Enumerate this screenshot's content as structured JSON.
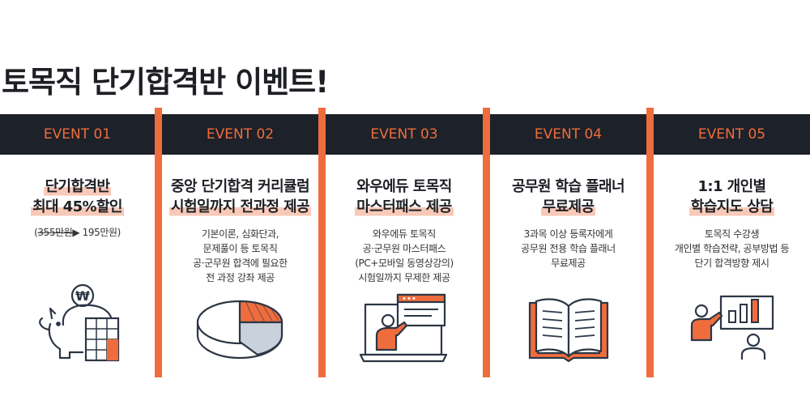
{
  "headline": "토목직 단기합격반 이벤트!",
  "events": [
    {
      "label": "EVENT 01",
      "title": [
        "단기합격반",
        "최대 45%할인"
      ],
      "price": {
        "prefix": "(",
        "old": "355만원",
        "arrow": "▶ 195만원)"
      },
      "icon": "piggy-bank-calculator-icon"
    },
    {
      "label": "EVENT 02",
      "title": [
        "중앙 단기합격 커리큘럼",
        "시험일까지 전과정 제공"
      ],
      "desc": [
        "기본이론, 심화단과,",
        "문제풀이 등 토목직",
        "공·군무원 합격에 필요한",
        "전 과정 강좌 제공"
      ],
      "icon": "pie-chart-icon"
    },
    {
      "label": "EVENT 03",
      "title": [
        "와우에듀 토목직",
        "마스터패스 제공"
      ],
      "desc": [
        "와우에듀 토목직",
        "공·군무원 마스터패스",
        "(PC+모바일 동영상강의)",
        "시험일까지 무제한 제공"
      ],
      "icon": "online-lecture-icon"
    },
    {
      "label": "EVENT 04",
      "title": [
        "공무원 학습 플래너",
        "무료제공"
      ],
      "desc": [
        "3과목 이상 등록자에게",
        "공무원 전용 학습 플래너",
        "무료제공"
      ],
      "icon": "open-book-icon"
    },
    {
      "label": "EVENT 05",
      "title": [
        "1:1 개인별",
        "학습지도 상담"
      ],
      "desc": [
        "토목직 수강생",
        "개인별 학습전략, 공부방법 등",
        "단기 합격방향 제시"
      ],
      "icon": "consulting-presentation-icon"
    }
  ],
  "colors": {
    "accent": "#ef6d3d",
    "dark": "#1d2129",
    "highlight": "#f9c9b8"
  }
}
